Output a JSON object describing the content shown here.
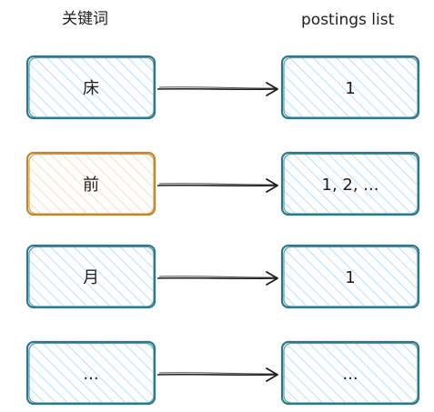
{
  "headers": {
    "keywords": "关键词",
    "postings": "postings list"
  },
  "colors": {
    "box_stroke": "#2b7a8c",
    "box_fill": "#a5d8ff",
    "highlight_stroke": "#c5852f",
    "highlight_fill": "#f3d9a8",
    "arrow": "#1e1e1e",
    "text": "#1e1e1e"
  },
  "rows": [
    {
      "keyword": "床",
      "postings": "1",
      "highlight": false
    },
    {
      "keyword": "前",
      "postings": "1, 2, ...",
      "highlight": true
    },
    {
      "keyword": "月",
      "postings": "1",
      "highlight": false
    },
    {
      "keyword": "...",
      "postings": "...",
      "highlight": false
    }
  ]
}
